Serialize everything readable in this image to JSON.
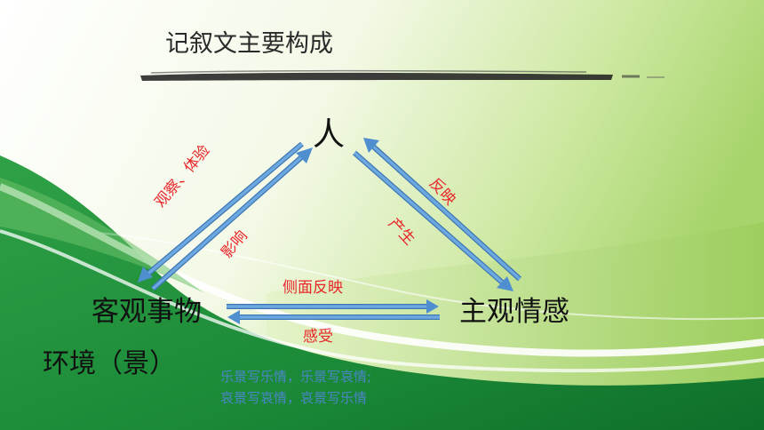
{
  "title": "记叙文主要构成",
  "nodes": {
    "person": "人",
    "object": "客观事物",
    "emotion": "主观情感",
    "environment": "环境（景）"
  },
  "arrow_labels": {
    "observe": "观察、体验",
    "influence": "影响",
    "reflect": "反映",
    "produce": "产生",
    "side_reflect": "侧面反映",
    "feel": "感受"
  },
  "notes": [
    "乐景写乐情，乐景写哀情;",
    "哀景写哀情，哀景写乐情"
  ],
  "colors": {
    "arrow": "#5b9bd5",
    "arrow_outline": "#3d77b3",
    "label_red": "#e8262a",
    "note_blue": "#4a86c6",
    "green_dark": "#1f8a3a",
    "green_light": "#a9d86a"
  }
}
